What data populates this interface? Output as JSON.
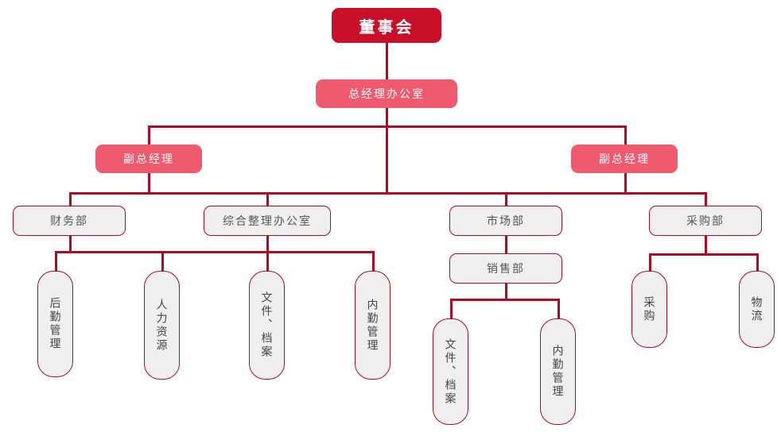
{
  "diagram": {
    "title_text": "董事会",
    "type": "organization-chart",
    "colors": {
      "root_fill": "#c8102b",
      "exec_fill": "#ef5a6e",
      "dept_fill": "#efefef",
      "line": "#b00a22",
      "dept_text": "#555555",
      "exec_text": "#ffffff",
      "background": "#ffffff"
    },
    "nodes": {
      "board": "董事会",
      "gm_office": "总经理办公室",
      "deputy_gm_left": "副总经理",
      "deputy_gm_right": "副总经理",
      "finance_dept": "财务部",
      "general_admin_office": "综合整理办公室",
      "market_dept": "市场部",
      "purchase_dept": "采购部",
      "sales_dept": "销售部",
      "logistics_mgmt": "后勤管理",
      "human_resources": "人力资源",
      "documents_archives_a": "文件、档案",
      "internal_affairs_a": "内勤管理",
      "documents_archives_b": "文件、档案",
      "internal_affairs_b": "内勤管理",
      "purchasing": "采购",
      "logistics": "物流"
    }
  }
}
